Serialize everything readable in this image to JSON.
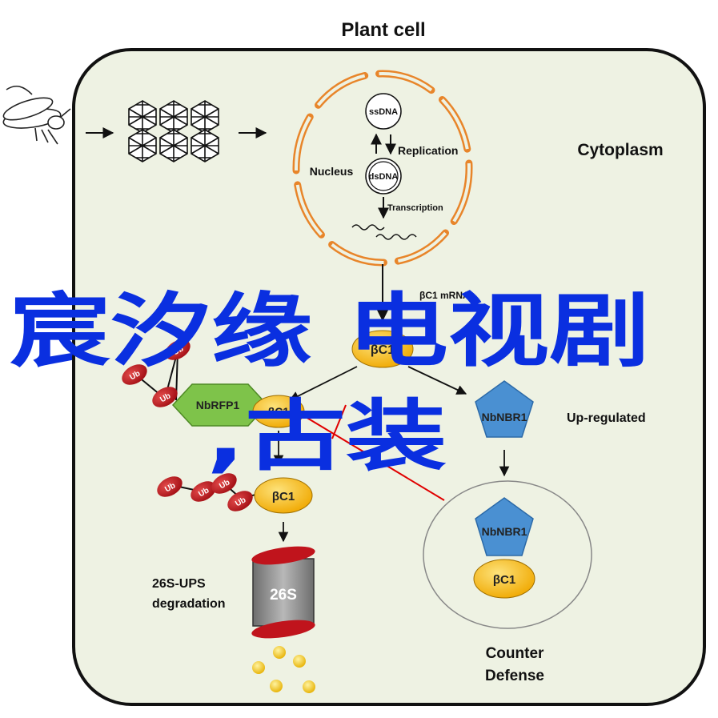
{
  "title": "Plant cell",
  "cytoplasm": "Cytoplasm",
  "nucleus": {
    "label": "Nucleus",
    "ssdna": "ssDNA",
    "dsdna": "dsDNA",
    "replication": "Replication",
    "transcription": "Transcription"
  },
  "protein_label": "βC1 mRNA",
  "bc1": "βC1",
  "nbrfp1": "NbRFP1",
  "nbnbr1": "NbNBR1",
  "ub": "Ub",
  "up_regulated": "Up-regulated",
  "proteasome": "26S",
  "degradation": [
    "26S-UPS",
    "degradation"
  ],
  "counter_defense": [
    "Counter",
    "Defense"
  ],
  "watermark": [
    "宸汐缘 电视剧",
    ",古装"
  ],
  "colors": {
    "cell_fill": "#eef2e3",
    "membrane": "#111111",
    "nucleus_orange": "#e8852a",
    "bc1_fill": "#f4b400",
    "nbrfp1_fill": "#7ec34a",
    "nbnbr1_fill": "#4a90d2",
    "ub_fill": "#c0141c",
    "proteasome_gray": "#8a8a8a",
    "watermark_blue": "#0a2fe0",
    "inhibit_red": "#e00000"
  },
  "icons": [
    "whitefly-icon",
    "virus-particle-icon",
    "proteasome-icon",
    "peptide-fragment-icon"
  ]
}
